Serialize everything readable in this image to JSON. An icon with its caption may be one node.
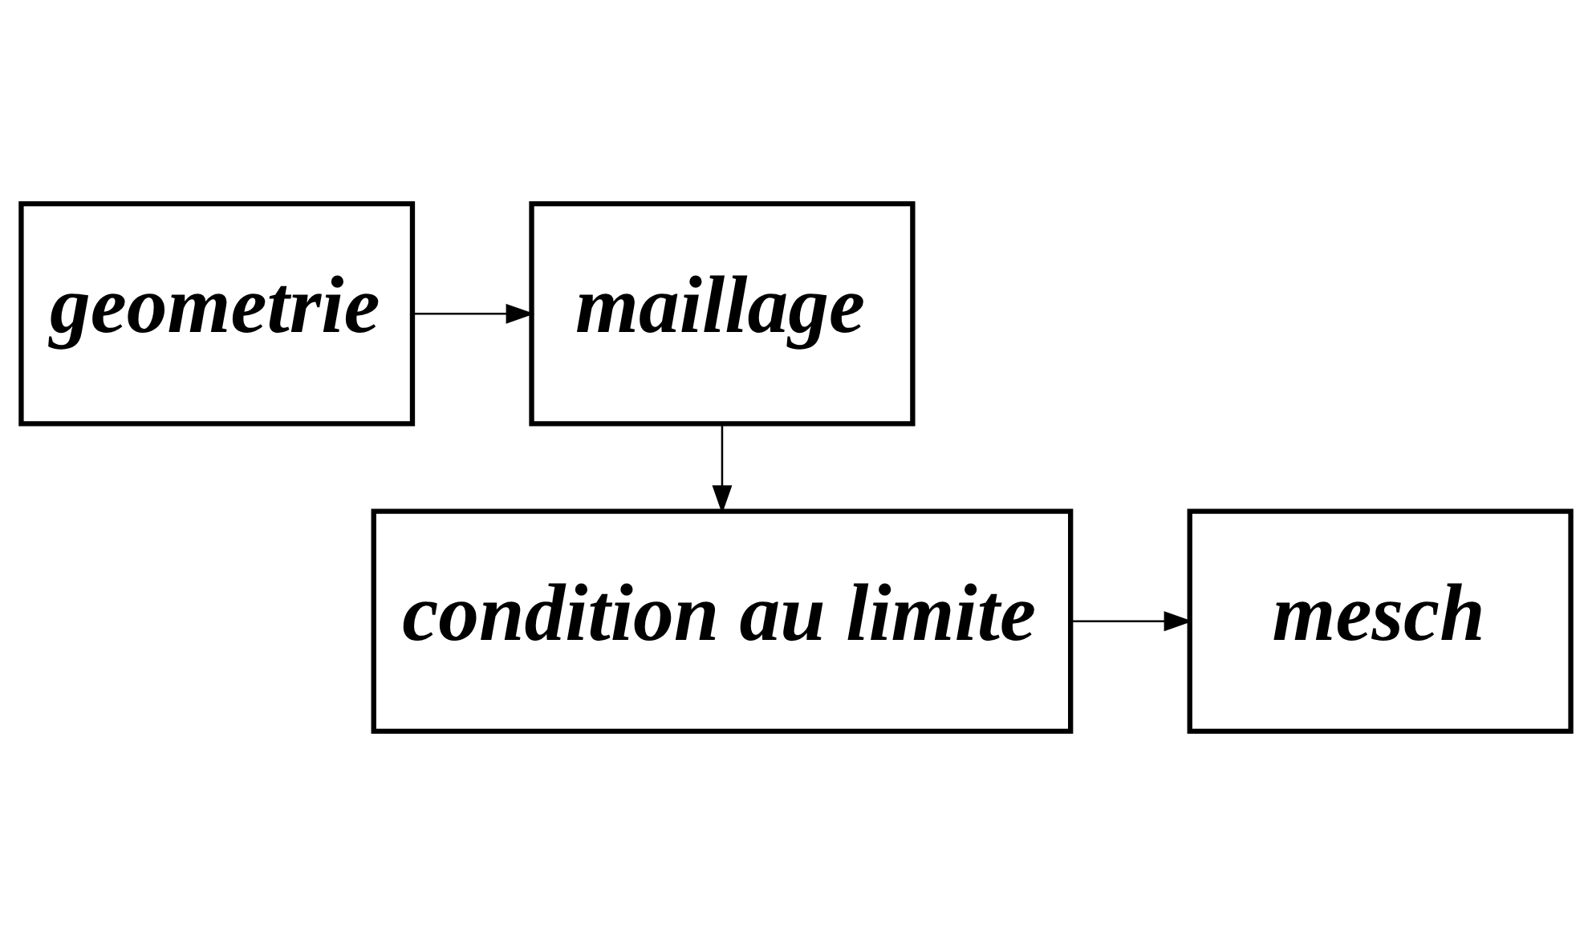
{
  "diagram": {
    "nodes": [
      {
        "text": [
          "geometrie"
        ]
      },
      {
        "text": [
          "maillage"
        ]
      },
      {
        "text": [
          "condition au limite"
        ]
      },
      {
        "text": [
          "mesch"
        ]
      }
    ],
    "edges": [
      {
        "from": 0,
        "to": 1,
        "arrow": "to"
      },
      {
        "from": 1,
        "to": 2,
        "arrow": "to"
      },
      {
        "from": 2,
        "to": 3,
        "arrow": "to"
      }
    ]
  }
}
